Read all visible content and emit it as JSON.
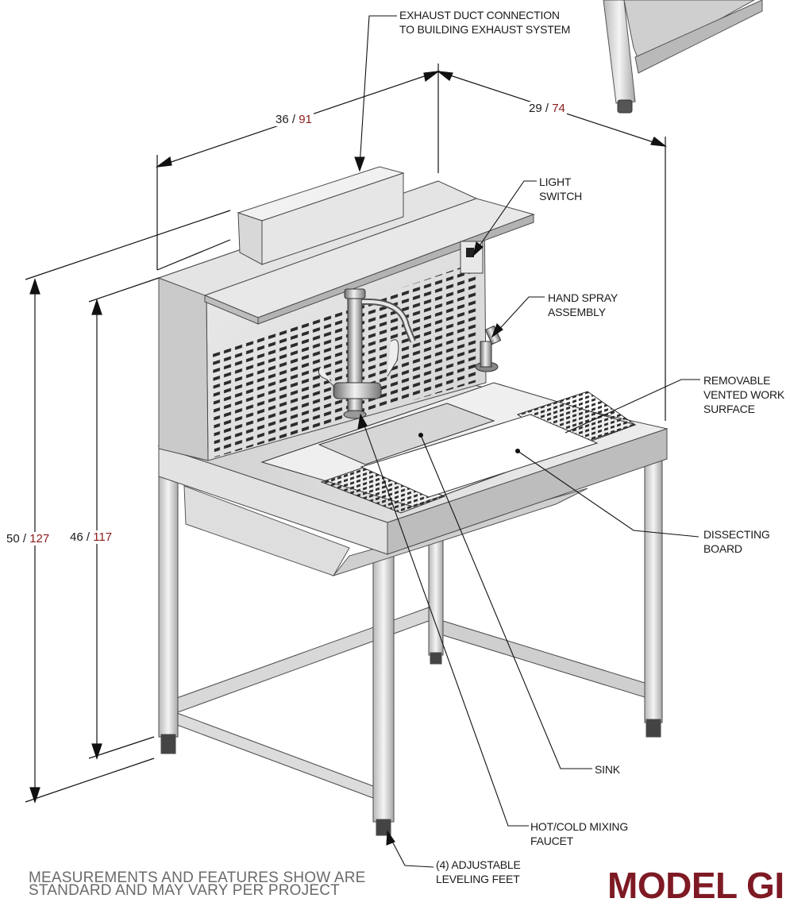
{
  "callouts": {
    "exhaust_1": "EXHAUST DUCT CONNECTION",
    "exhaust_2": "TO BUILDING EXHAUST SYSTEM",
    "light_1": "LIGHT",
    "light_2": "SWITCH",
    "spray_1": "HAND SPRAY",
    "spray_2": "ASSEMBLY",
    "work_1": "REMOVABLE",
    "work_2": "VENTED WORK",
    "work_3": "SURFACE",
    "board_1": "DISSECTING",
    "board_2": "BOARD",
    "sink": "SINK",
    "faucet_1": "HOT/COLD MIXING",
    "faucet_2": "FAUCET",
    "feet_1": "(4) ADJUSTABLE",
    "feet_2": "LEVELING FEET"
  },
  "dimensions": {
    "width": {
      "in": "36",
      "cm": "91"
    },
    "depth": {
      "in": "29",
      "cm": "74"
    },
    "overall_height": {
      "in": "50",
      "cm": "127"
    },
    "counter_height": {
      "in": "46",
      "cm": "117"
    },
    "separator": " / "
  },
  "footer": {
    "note_1": "MEASUREMENTS AND FEATURES SHOW ARE",
    "note_2": "STANDARD AND MAY VARY PER PROJECT",
    "brand": "MODEL GI"
  },
  "colors": {
    "metric": "#8b1a1a",
    "brand": "#7e1a24",
    "steel_light": "#e6e6e6",
    "steel_dark": "#9a9a9a"
  }
}
